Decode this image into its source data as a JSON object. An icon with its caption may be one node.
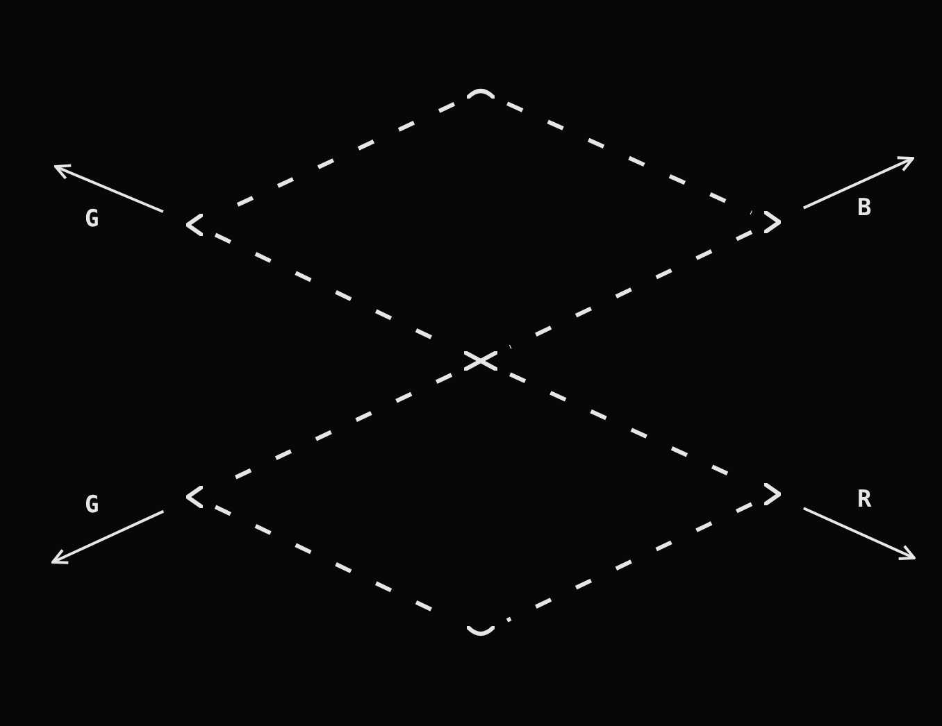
{
  "diagram": {
    "nodes": [
      {
        "text": [],
        "shape": "chevron"
      },
      {
        "text": [],
        "shape": "chevron"
      },
      {
        "text": [],
        "shape": "chevron"
      },
      {
        "text": [],
        "shape": "cross"
      },
      {
        "text": [],
        "shape": "chevron"
      },
      {
        "text": [],
        "shape": "chevron"
      },
      {
        "text": [],
        "shape": "chevron"
      }
    ],
    "edges": [
      {
        "from": 0,
        "to": 1,
        "arrow": "none",
        "style": "dashed"
      },
      {
        "from": 0,
        "to": 2,
        "arrow": "none",
        "style": "dashed"
      },
      {
        "from": 1,
        "to": 3,
        "arrow": "none",
        "style": "dashed"
      },
      {
        "from": 2,
        "to": 3,
        "arrow": "none",
        "style": "dashed"
      },
      {
        "from": 3,
        "to": 4,
        "arrow": "none",
        "style": "dashed"
      },
      {
        "from": 3,
        "to": 5,
        "arrow": "none",
        "style": "dashed"
      },
      {
        "from": 4,
        "to": 6,
        "arrow": "none",
        "style": "dashed"
      },
      {
        "from": 5,
        "to": 6,
        "arrow": "none",
        "style": "dashed"
      },
      {
        "from": 1,
        "to": null,
        "arrow": "to",
        "label": "G"
      },
      {
        "from": 2,
        "to": null,
        "arrow": "to",
        "label": "B"
      },
      {
        "from": 4,
        "to": null,
        "arrow": "to",
        "label": "G"
      },
      {
        "from": 5,
        "to": null,
        "arrow": "to",
        "label": "R"
      }
    ]
  }
}
